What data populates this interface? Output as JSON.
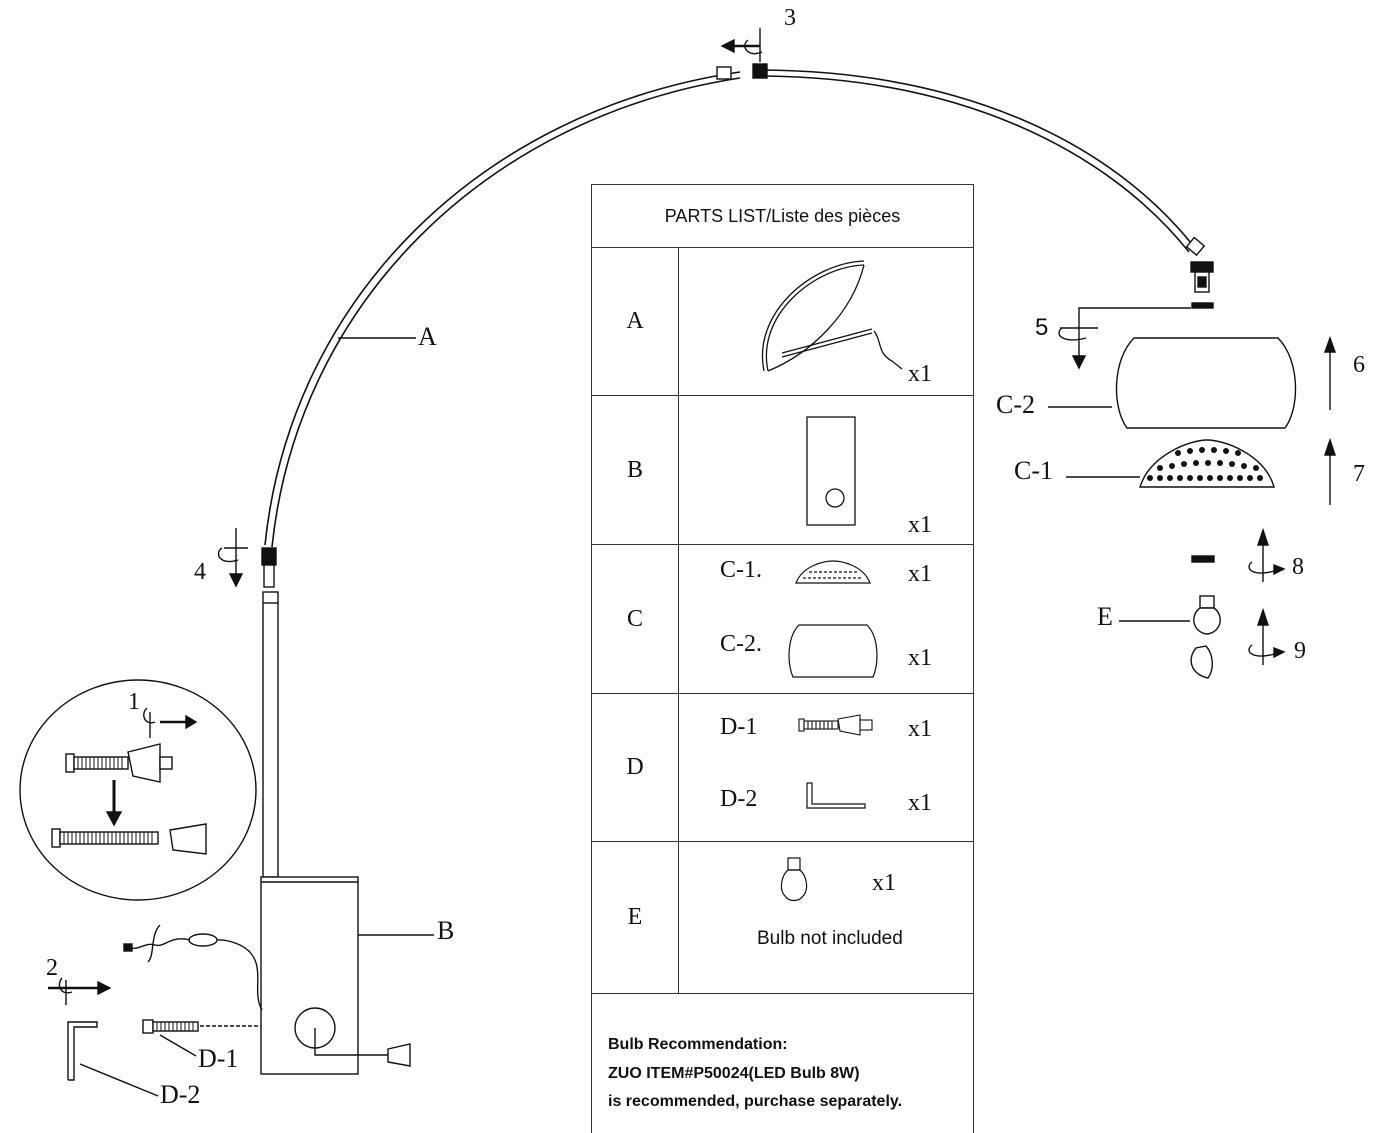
{
  "parts_list": {
    "title": "PARTS LIST/Liste des pièces",
    "rows": [
      {
        "key": "A",
        "qty": "x1"
      },
      {
        "key": "B",
        "qty": "x1"
      },
      {
        "key": "C",
        "items": [
          {
            "label": "C-1.",
            "qty": "x1"
          },
          {
            "label": "C-2.",
            "qty": "x1"
          }
        ]
      },
      {
        "key": "D",
        "items": [
          {
            "label": "D-1",
            "qty": "x1"
          },
          {
            "label": "D-2",
            "qty": "x1"
          }
        ]
      },
      {
        "key": "E",
        "qty": "x1",
        "note": "Bulb not included"
      }
    ],
    "recommendation": [
      "Bulb Recommendation:",
      "ZUO ITEM#P50024(LED Bulb 8W)",
      "is recommended, purchase separately."
    ]
  },
  "callouts": {
    "A": "A",
    "B": "B",
    "C1": "C-1",
    "C2": "C-2",
    "D1": "D-1",
    "D2": "D-2",
    "E": "E"
  },
  "steps": [
    "1",
    "2",
    "3",
    "4",
    "5",
    "6",
    "7",
    "8",
    "9"
  ],
  "colors": {
    "line": "#111111",
    "background": "#ffffff"
  }
}
